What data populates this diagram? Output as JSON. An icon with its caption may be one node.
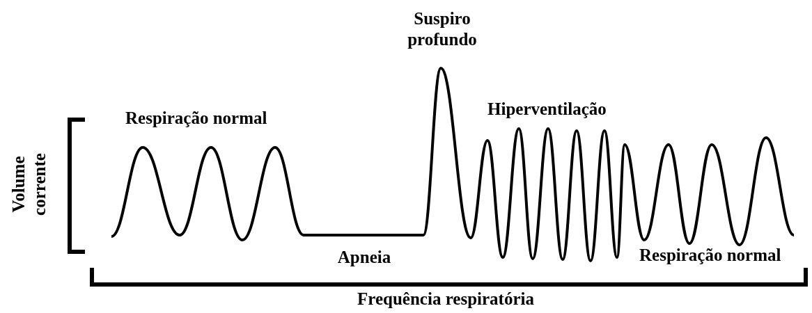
{
  "diagram": {
    "labels": [
      "Suspiro profundo",
      "Respiração normal",
      "Hiperventilação",
      "Volume corrente",
      "Apneia",
      "Respiração normal",
      "Frequência respiratória"
    ]
  }
}
